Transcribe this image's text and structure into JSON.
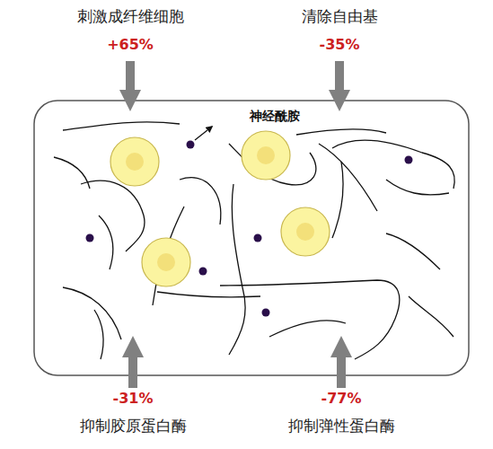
{
  "diagram": {
    "nodes": [
      {
        "text": [
          "神经酰胺"
        ]
      }
    ],
    "labels": [
      "刺激成纤维细胞",
      "+65%",
      "清除自由基",
      "-35%",
      "-31%",
      "抑制胶原蛋白酶",
      "-77%",
      "抑制弹性蛋白酶"
    ]
  }
}
